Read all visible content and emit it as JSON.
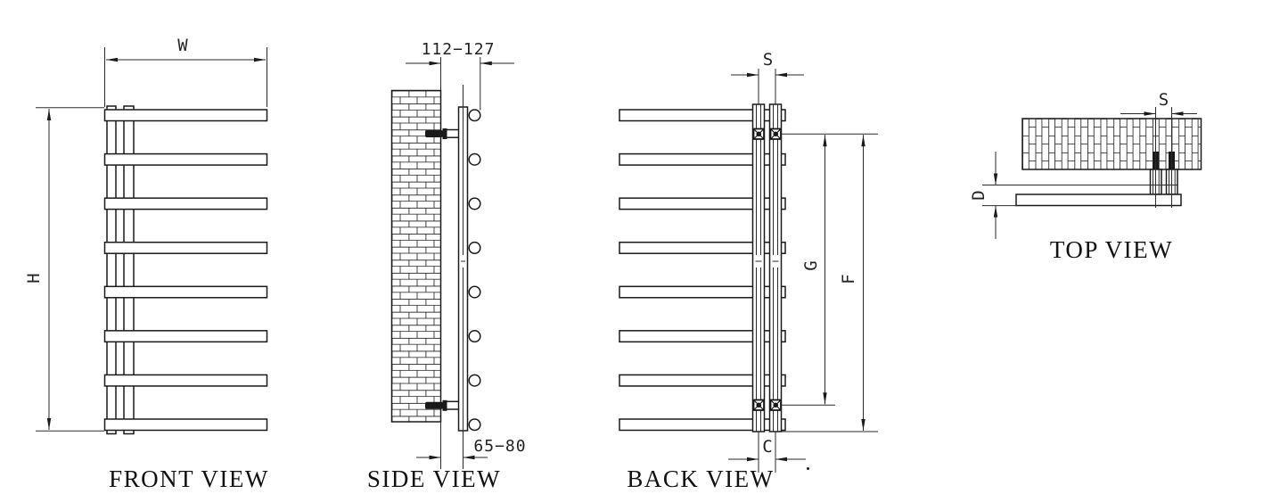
{
  "drawing": {
    "front_view": {
      "title": "FRONT VIEW",
      "width_label": "W",
      "height_label": "H"
    },
    "side_view": {
      "title": "SIDE VIEW",
      "wall_offset_range": "112−127",
      "bottom_offset_range": "65−80"
    },
    "back_view": {
      "title": "BACK VIEW",
      "rail_spacing_label": "S",
      "mount_span_label": "G",
      "overall_span_label": "F",
      "bottom_spacing_label": "C"
    },
    "top_view": {
      "title": "TOP VIEW",
      "rail_spacing_label": "S",
      "bar_depth_label": "D"
    }
  },
  "structure": {
    "bar_count": 8,
    "circle_count": 8,
    "wall_mount_count": 2
  },
  "colors": {
    "line": "#1a1a1a",
    "dim": "#2a2a2a",
    "background": "#ffffff"
  }
}
